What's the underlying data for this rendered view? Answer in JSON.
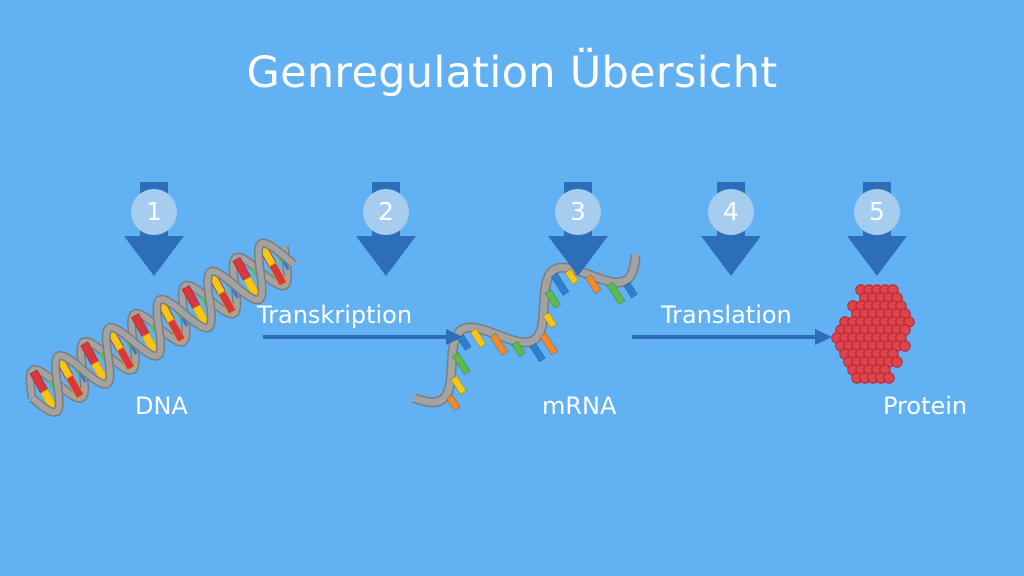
{
  "title": "Genregulation Übersicht",
  "steps": [
    "1",
    "2",
    "3",
    "4",
    "5"
  ],
  "labels": {
    "dna": "DNA",
    "mrna": "mRNA",
    "protein": "Protein"
  },
  "processes": {
    "transcription": "Transkription",
    "translation": "Translation"
  },
  "colors": {
    "background": "#62b1f3",
    "arrow": "#2c6fb8",
    "step_circle": "#a6cdf0",
    "strand": "#9b9b9b",
    "protein": "#d9414a"
  }
}
